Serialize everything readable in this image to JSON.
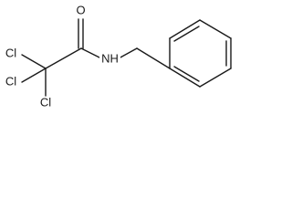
{
  "molecule": {
    "atoms": {
      "oxygen": "O",
      "nitrogen_hydrogen": "NH",
      "chlorine_1": "Cl",
      "chlorine_2": "Cl",
      "chlorine_3": "Cl"
    },
    "colors": {
      "ink": "#1a1a1a",
      "background": "#ffffff"
    }
  }
}
